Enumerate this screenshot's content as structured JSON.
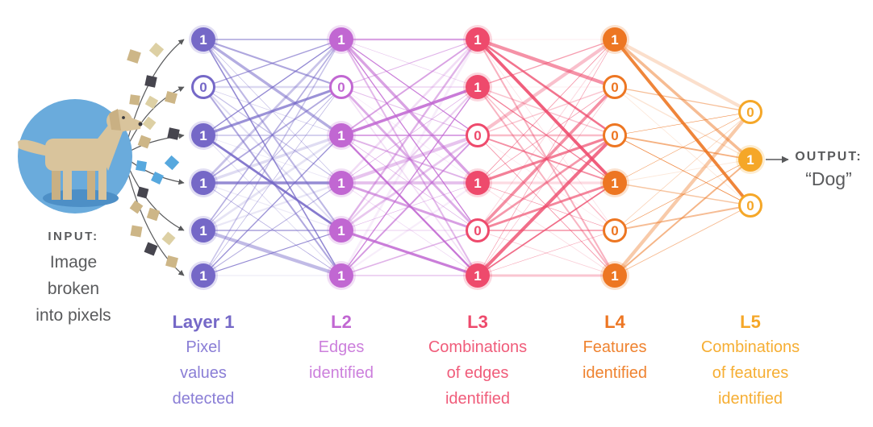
{
  "input": {
    "label": "INPUT:",
    "lines": [
      "Image",
      "broken",
      "into pixels"
    ]
  },
  "output": {
    "label": "OUTPUT:",
    "value": "“Dog”"
  },
  "layers": [
    {
      "id": "layer-1",
      "title": "Layer 1",
      "caption": [
        "Pixel",
        "values",
        "detected"
      ],
      "color": "#7568c7",
      "caption_color": "#8a7ed6",
      "values": [
        "1",
        "0",
        "1",
        "1",
        "1",
        "1"
      ]
    },
    {
      "id": "layer-2",
      "title": "L2",
      "caption": [
        "Edges",
        "identified"
      ],
      "color": "#c167d2",
      "caption_color": "#cc7fdc",
      "values": [
        "1",
        "0",
        "1",
        "1",
        "1",
        "1"
      ]
    },
    {
      "id": "layer-3",
      "title": "L3",
      "caption": [
        "Combinations",
        "of edges",
        "identified"
      ],
      "color": "#ee4a6c",
      "caption_color": "#f05c7a",
      "values": [
        "1",
        "1",
        "0",
        "1",
        "0",
        "1"
      ]
    },
    {
      "id": "layer-4",
      "title": "L4",
      "caption": [
        "Features",
        "identified"
      ],
      "color": "#ed7622",
      "caption_color": "#ef8330",
      "values": [
        "1",
        "0",
        "0",
        "1",
        "0",
        "1"
      ]
    },
    {
      "id": "layer-5",
      "title": "L5",
      "caption": [
        "Combinations",
        "of features",
        "identified"
      ],
      "color": "#f5a728",
      "caption_color": "#f6ae33",
      "values": [
        "0",
        "1",
        "0"
      ]
    }
  ],
  "pixel_colors": {
    "tan": "#cdb687",
    "dark": "#46454e",
    "blue": "#57a8de",
    "cream": "#ddd0a4"
  },
  "input_circle_color": "#6aabdc",
  "input_shadow_color": "#4d8fc6",
  "dog_body_color": "#d9c49c",
  "dog_shade_color": "#c9b083",
  "arrow_color": "#58595b",
  "text_color": "#595a5c"
}
